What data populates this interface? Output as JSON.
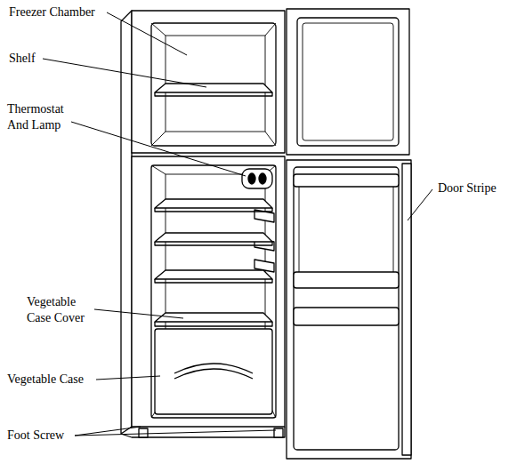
{
  "diagram": {
    "labels": [
      "Freezer Chamber",
      "Shelf",
      "Thermostat And Lamp",
      "Door Stripe",
      "Vegetable Case Cover",
      "Vegetable Case",
      "Foot Screw"
    ]
  }
}
